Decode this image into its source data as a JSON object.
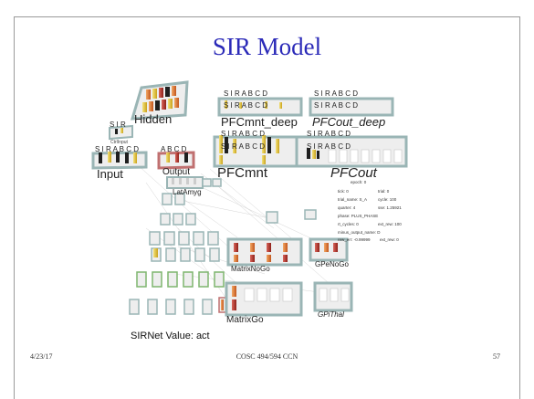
{
  "slide": {
    "title": "SIR Model",
    "date": "4/23/17",
    "course": "COSC 494/594 CCN",
    "page_number": "57"
  },
  "network": {
    "caption": "SIRNet Value: act",
    "layers": {
      "hidden": "Hidden",
      "input": "Input",
      "output": "Output",
      "ctrl_input": "CtrlInput",
      "pfc_mnt_deep": "PFCmnt_deep",
      "pfc_out_deep": "PFCout_deep",
      "pfc_mnt": "PFCmnt",
      "pfc_out": "PFCout",
      "lat_amyg": "LatAmyg",
      "matrix_nogo": "MatrixNoGo",
      "gpe_nogo": "GPeNoGo",
      "matrix_go": "MatrixGo",
      "gpi_thal": "GPiThal"
    },
    "sir_letters": "S I R A B C D",
    "sir_short": "S I R",
    "abcd": "A B C D",
    "stats": [
      {
        "label": "epoch: 0",
        "value": ""
      },
      {
        "label": "tick: 0",
        "value": "trial: 0"
      },
      {
        "label": "trial_name: S_A",
        "value": "cycle: 100"
      },
      {
        "label": "quarter: 4",
        "value": "sse: 1.25921"
      },
      {
        "label": "phase: PLUS_PHASE",
        "value": ""
      },
      {
        "label": "rt_cycles: 0",
        "value": "ext_rew: 100"
      },
      {
        "label": "minus_output_name: D",
        "value": ""
      },
      {
        "label": "rew_err: -0.99999",
        "value": "ext_rew: 0"
      }
    ]
  },
  "colors": {
    "title": "#2b2ab8",
    "layer_fill": "#eeeeee",
    "layer_border": "#9ab5b5",
    "unit_yellow": "#e2c43c",
    "unit_orange": "#de7a2e",
    "unit_red": "#b8342a",
    "unit_dark": "#1f1f1f"
  }
}
